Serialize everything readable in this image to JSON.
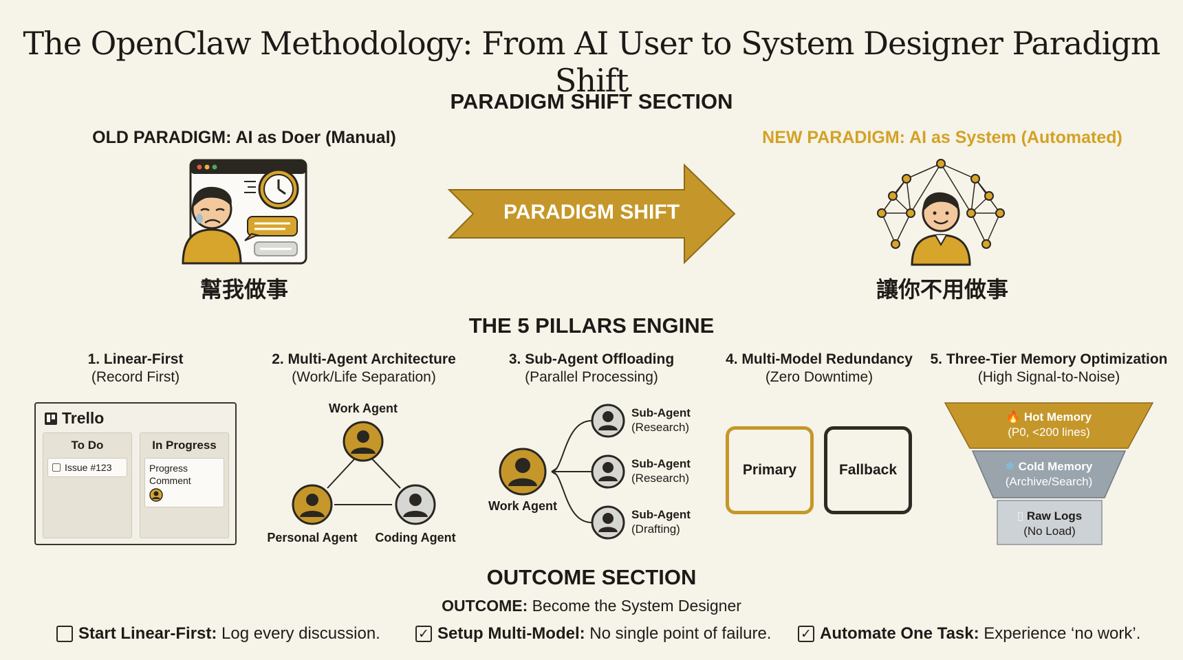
{
  "title": "The OpenClaw Methodology: From AI User to System Designer Paradigm Shift",
  "paradigm_section": {
    "heading": "PARADIGM SHIFT SECTION",
    "old_label": "OLD PARADIGM: AI as Doer (Manual)",
    "new_label": "NEW PARADIGM: AI as System (Automated)",
    "arrow_label": "PARADIGM SHIFT",
    "old_caption": "幫我做事",
    "new_caption": "讓你不用做事"
  },
  "pillars": {
    "heading": "THE 5 PILLARS ENGINE",
    "items": [
      {
        "title": "1. Linear-First",
        "subtitle": "(Record First)"
      },
      {
        "title": "2. Multi-Agent Architecture",
        "subtitle": "(Work/Life Separation)"
      },
      {
        "title": "3. Sub-Agent Offloading",
        "subtitle": "(Parallel Processing)"
      },
      {
        "title": "4. Multi-Model Redundancy",
        "subtitle": "(Zero Downtime)"
      },
      {
        "title": "5. Three-Tier Memory Optimization",
        "subtitle": "(High Signal-to-Noise)"
      }
    ]
  },
  "trello": {
    "title": "Trello",
    "col_todo": "To Do",
    "col_progress": "In Progress",
    "card_issue": "Issue #123",
    "card_progress_1": "Progress",
    "card_progress_2": "Comment"
  },
  "multi_agent": {
    "work": "Work Agent",
    "personal": "Personal Agent",
    "coding": "Coding Agent"
  },
  "offloading": {
    "root": "Work Agent",
    "subs": [
      {
        "name": "Sub-Agent",
        "role": "(Research)"
      },
      {
        "name": "Sub-Agent",
        "role": "(Research)"
      },
      {
        "name": "Sub-Agent",
        "role": "(Drafting)"
      }
    ]
  },
  "redundancy": {
    "primary": "Primary",
    "fallback": "Fallback"
  },
  "memory": {
    "hot_title": "Hot Memory",
    "hot_sub": "(P0, <200 lines)",
    "cold_title": "Cold Memory",
    "cold_sub": "(Archive/Search)",
    "raw_title": "Raw Logs",
    "raw_sub": "(No Load)"
  },
  "outcome": {
    "heading": "OUTCOME SECTION",
    "lead_bold": "OUTCOME:",
    "lead_text": " Become the System Designer",
    "todos": [
      {
        "bold": "Start Linear-First:",
        "text": " Log every discussion.",
        "checked": false
      },
      {
        "bold": "Setup Multi-Model:",
        "text": " No single point of failure.",
        "checked": true
      },
      {
        "bold": "Automate One Task:",
        "text": " Experience ‘no work’.",
        "checked": true
      }
    ]
  },
  "colors": {
    "accent": "#c5972a",
    "dark": "#2e2a24",
    "background": "#f6f3e9",
    "cold_tier": "#9aa4ad",
    "raw_tier": "#cdd2d7"
  }
}
